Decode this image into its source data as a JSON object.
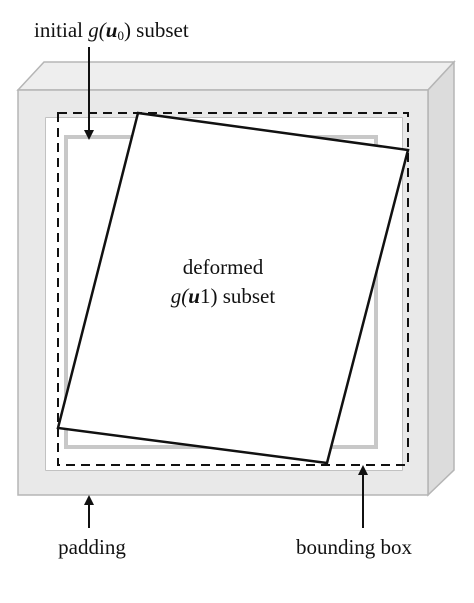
{
  "labels": {
    "initial_prefix": "initial ",
    "initial_g": "g(",
    "initial_u": "u",
    "initial_sub": "0",
    "initial_suffix": ") subset",
    "deformed_line1": "deformed",
    "deformed_g": "g(",
    "deformed_u": "u",
    "deformed_suffix": "1) subset",
    "padding": "padding",
    "bounding_box": "bounding box"
  },
  "colors": {
    "frame_face": "#e9e9e9",
    "frame_edge": "#b5b5b5",
    "line": "#111111",
    "inner_square": "#c8c8c8"
  }
}
